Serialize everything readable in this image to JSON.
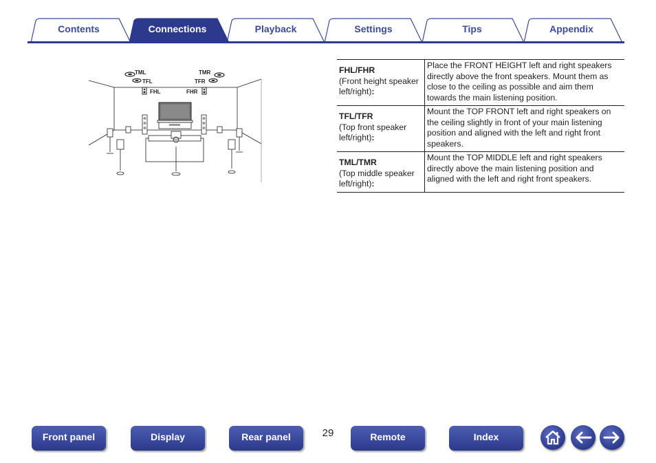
{
  "tabs": [
    {
      "label": "Contents",
      "active": false
    },
    {
      "label": "Connections",
      "active": true
    },
    {
      "label": "Playback",
      "active": false
    },
    {
      "label": "Settings",
      "active": false
    },
    {
      "label": "Tips",
      "active": false
    },
    {
      "label": "Appendix",
      "active": false
    }
  ],
  "diagram": {
    "labels": {
      "tml": "TML",
      "tmr": "TMR",
      "tfl": "TFL",
      "tfr": "TFR",
      "fhl": "FHL",
      "fhr": "FHR"
    }
  },
  "speaker_table": {
    "rows": [
      {
        "name": "FHL/FHR",
        "sub": "(Front height speaker left/right)",
        "colon": ":",
        "description": "Place the FRONT HEIGHT left and right speakers directly above the front speakers. Mount them as close to the ceiling as possible and aim them towards the main listening position."
      },
      {
        "name": "TFL/TFR",
        "sub": "(Top front speaker left/right)",
        "colon": ":",
        "description": "Mount the TOP FRONT left and right speakers on the ceiling slightly in front of your main listening position and aligned with the left and right front speakers."
      },
      {
        "name": "TML/TMR",
        "sub": "(Top middle speaker left/right)",
        "colon": ":",
        "description": "Mount the TOP MIDDLE left and right speakers directly above the main listening position and aligned with the left and right front speakers."
      }
    ]
  },
  "footer": {
    "buttons": [
      "Front panel",
      "Display",
      "Rear panel",
      "Remote",
      "Index"
    ],
    "page_number": "29",
    "icons": [
      "home-icon",
      "back-arrow-icon",
      "forward-arrow-icon"
    ]
  },
  "colors": {
    "brand": "#2b3a8c",
    "tab_text": "#3b4b9c",
    "text": "#231f20"
  }
}
